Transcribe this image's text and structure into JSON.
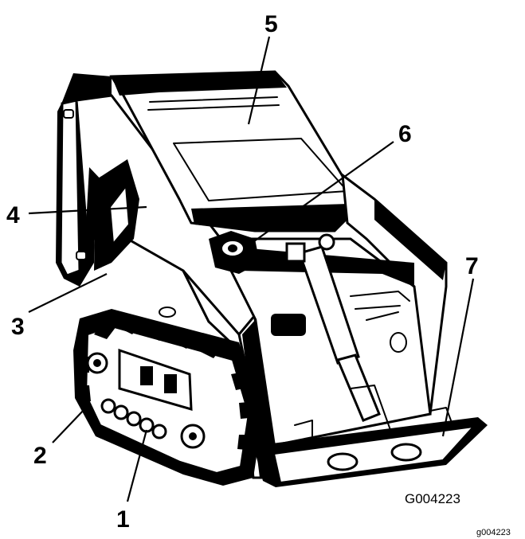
{
  "callouts": [
    {
      "id": "1",
      "label": "1"
    },
    {
      "id": "2",
      "label": "2"
    },
    {
      "id": "3",
      "label": "3"
    },
    {
      "id": "4",
      "label": "4"
    },
    {
      "id": "5",
      "label": "5"
    },
    {
      "id": "6",
      "label": "6"
    },
    {
      "id": "7",
      "label": "7"
    }
  ],
  "figure_code": "G004223",
  "image_code": "g004223",
  "colors": {
    "ink": "#000000",
    "paper": "#ffffff"
  }
}
